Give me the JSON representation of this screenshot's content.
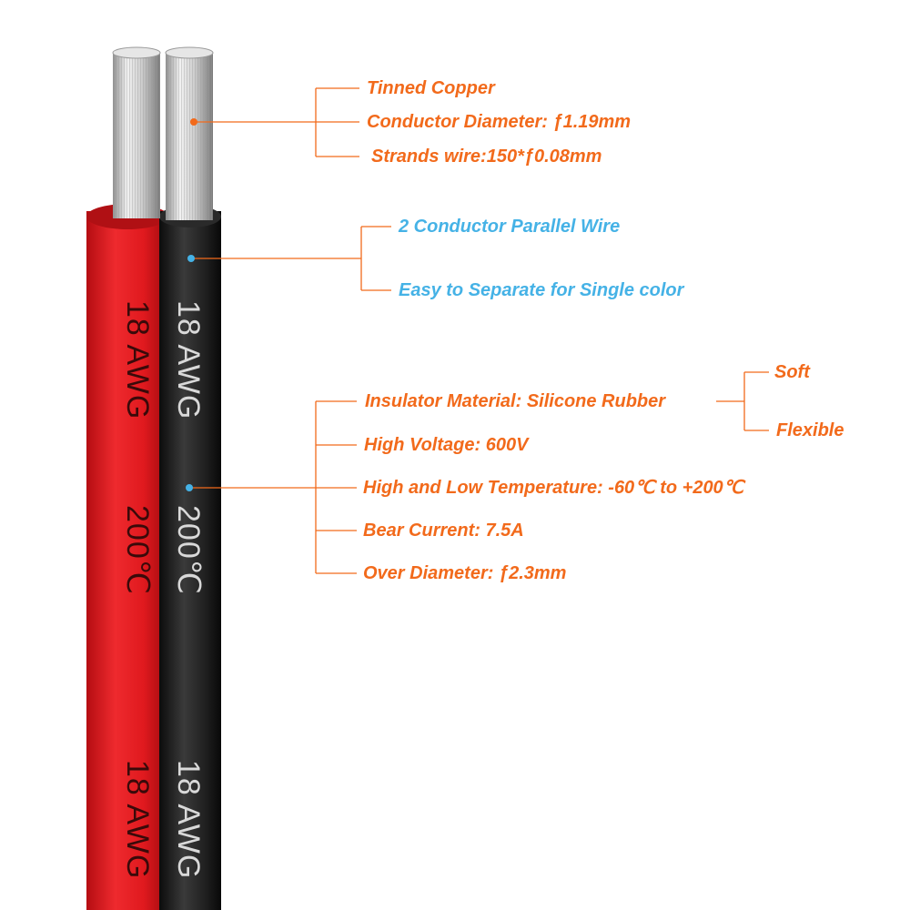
{
  "wire": {
    "marking_gauge": "18 AWG",
    "marking_temp": "200℃",
    "colors": {
      "red": "#e0191e",
      "black": "#1b1b1b",
      "copper": "#d0d0d0",
      "orange": "#f26a1b",
      "blue": "#45b2e6"
    }
  },
  "conductor": {
    "material": "Tinned Copper",
    "diameter": "Conductor Diameter: ƒ1.19mm",
    "strands": "Strands wire:150*ƒ0.08mm"
  },
  "construction": {
    "type": "2 Conductor Parallel Wire",
    "separate": "Easy to Separate for Single color"
  },
  "specs": {
    "insulator": "Insulator Material: Silicone Rubber",
    "insulator_soft": "Soft",
    "insulator_flexible": "Flexible",
    "voltage": "High Voltage: 600V",
    "temperature": "High and Low Temperature: -60℃ to +200℃",
    "current": "Bear Current: 7.5A",
    "over_diameter": "Over Diameter: ƒ2.3mm"
  }
}
